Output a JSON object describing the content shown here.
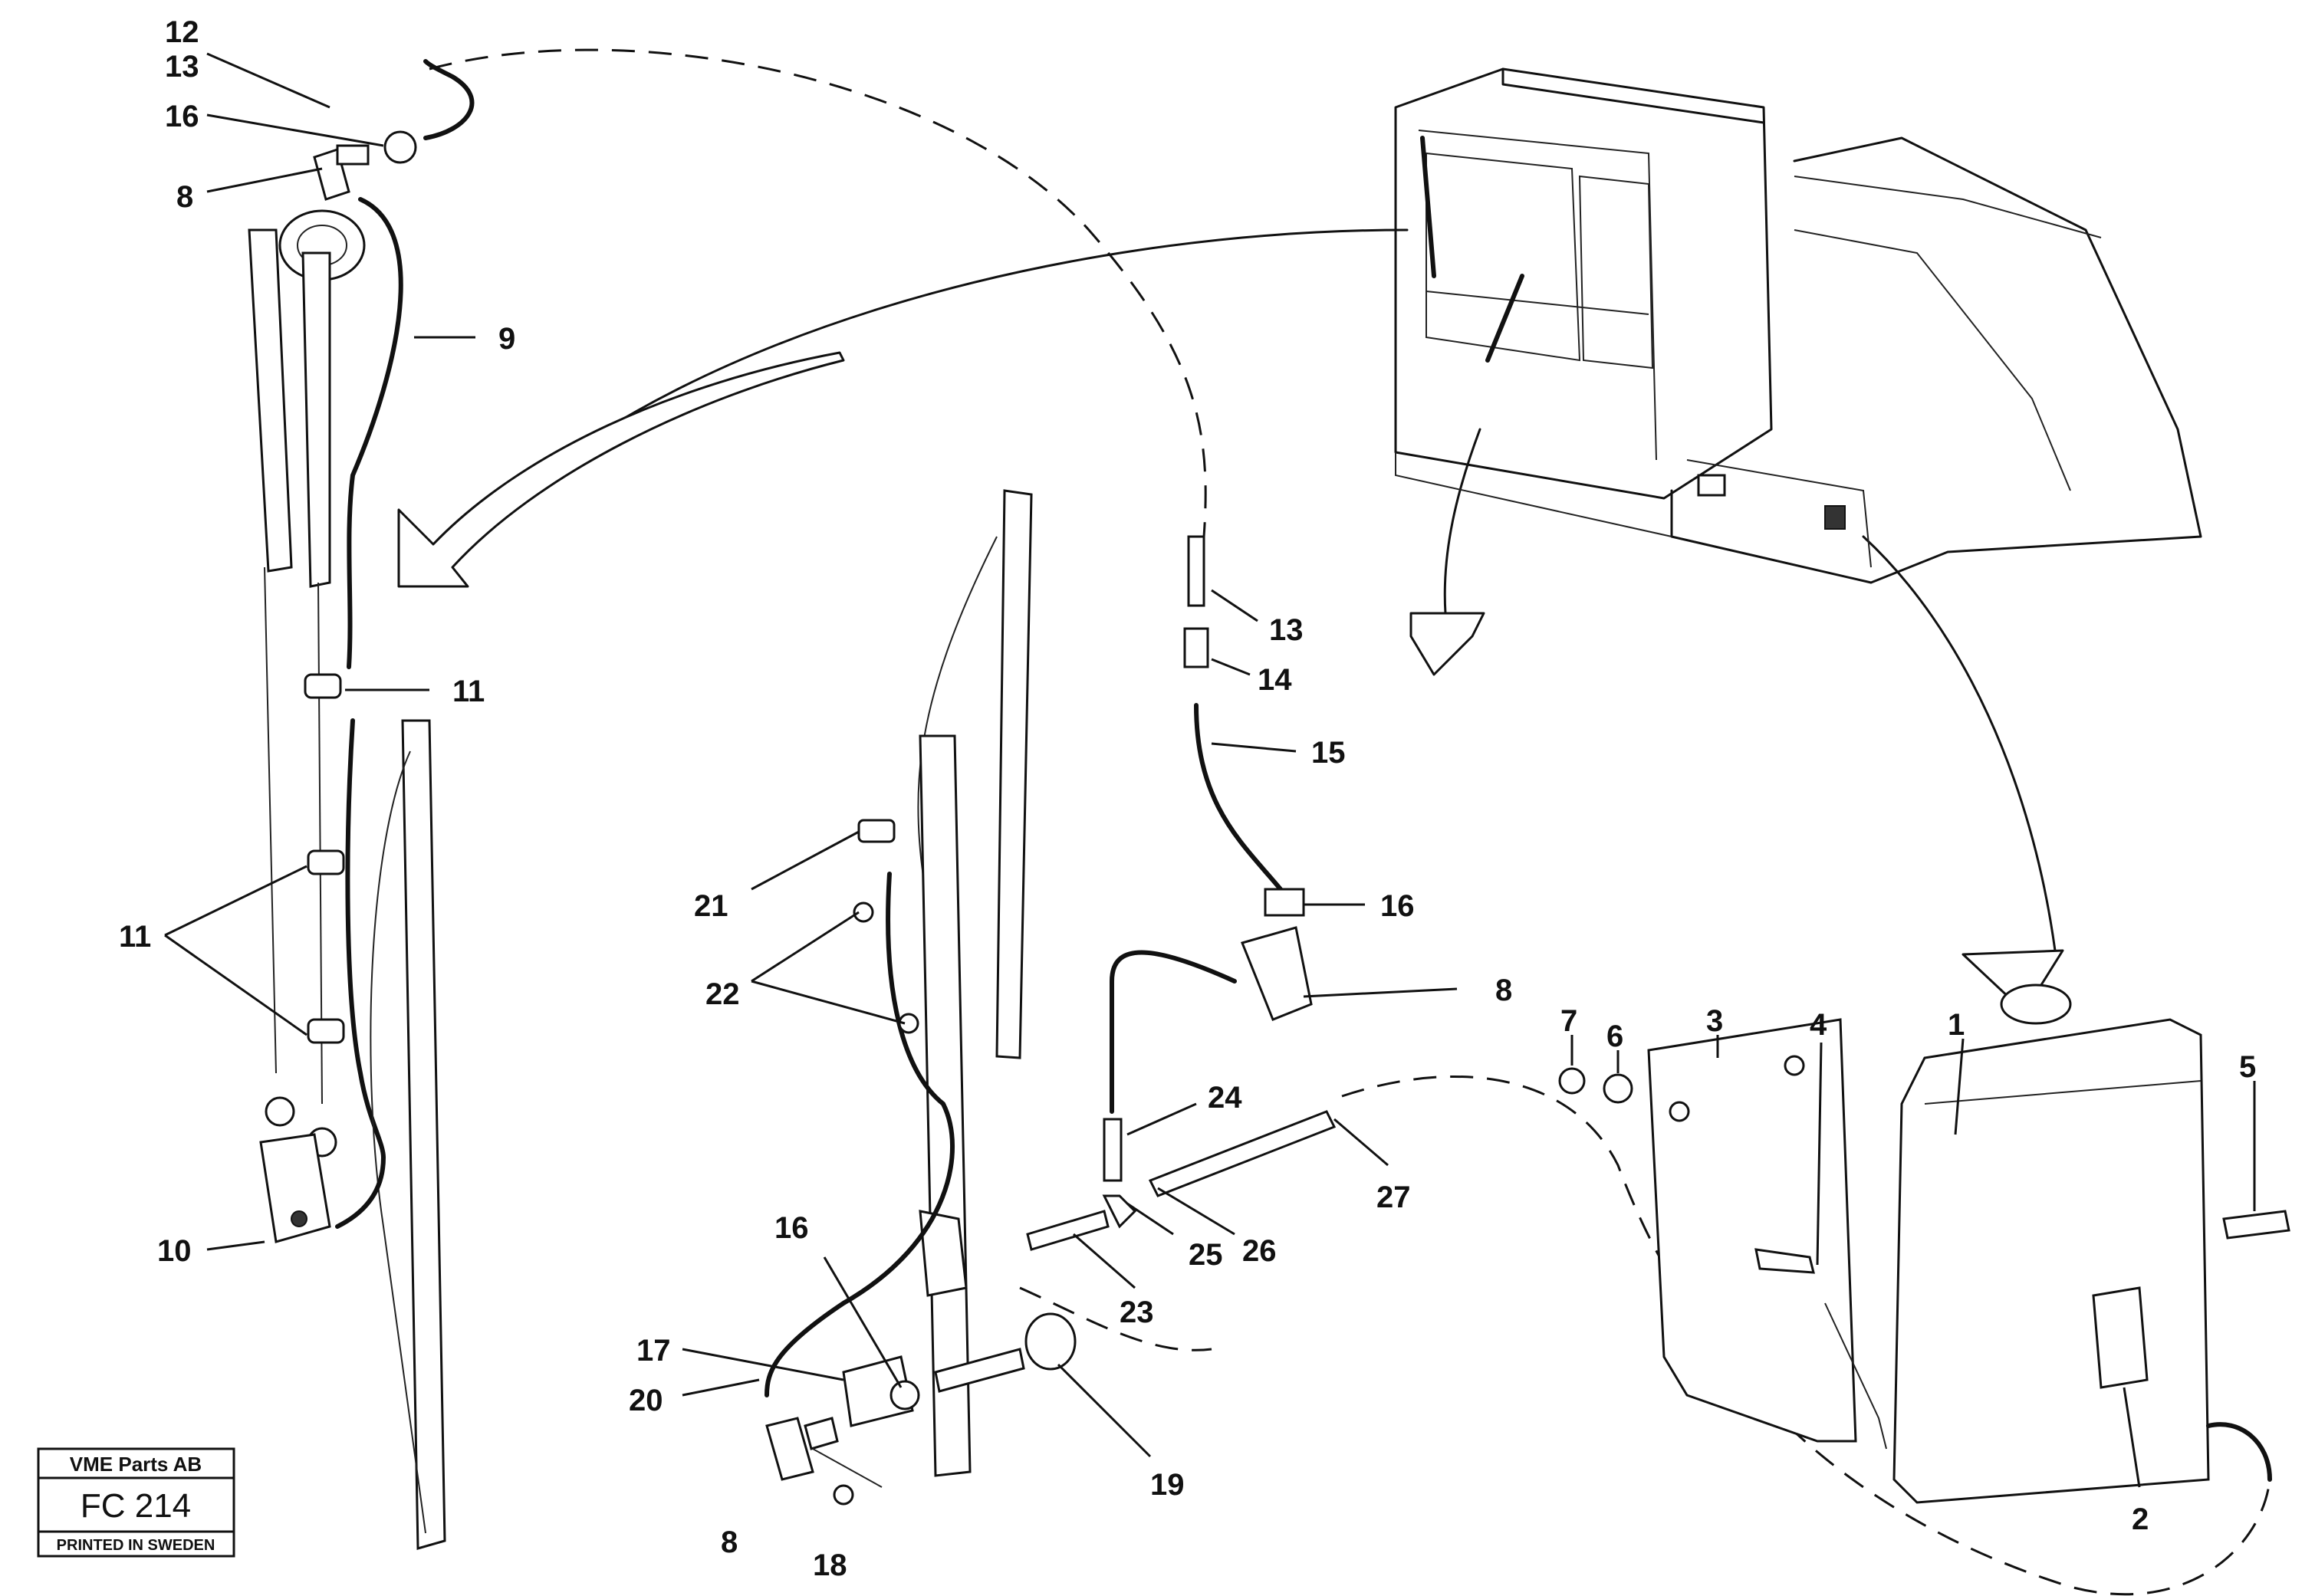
{
  "title_block": {
    "company": "VME Parts AB",
    "code": "FC 214",
    "printed": "PRINTED IN SWEDEN"
  },
  "callouts": [
    {
      "id": "c-12",
      "label": "12"
    },
    {
      "id": "c-13a",
      "label": "13"
    },
    {
      "id": "c-16a",
      "label": "16"
    },
    {
      "id": "c-8a",
      "label": "8"
    },
    {
      "id": "c-9",
      "label": "9"
    },
    {
      "id": "c-11a",
      "label": "11"
    },
    {
      "id": "c-11b",
      "label": "11"
    },
    {
      "id": "c-10",
      "label": "10"
    },
    {
      "id": "c-13b",
      "label": "13"
    },
    {
      "id": "c-14",
      "label": "14"
    },
    {
      "id": "c-15",
      "label": "15"
    },
    {
      "id": "c-16b",
      "label": "16"
    },
    {
      "id": "c-8b",
      "label": "8"
    },
    {
      "id": "c-21",
      "label": "21"
    },
    {
      "id": "c-22",
      "label": "22"
    },
    {
      "id": "c-24",
      "label": "24"
    },
    {
      "id": "c-27",
      "label": "27"
    },
    {
      "id": "c-25",
      "label": "25"
    },
    {
      "id": "c-26",
      "label": "26"
    },
    {
      "id": "c-23",
      "label": "23"
    },
    {
      "id": "c-16c",
      "label": "16"
    },
    {
      "id": "c-17",
      "label": "17"
    },
    {
      "id": "c-20",
      "label": "20"
    },
    {
      "id": "c-19",
      "label": "19"
    },
    {
      "id": "c-8c",
      "label": "8"
    },
    {
      "id": "c-18",
      "label": "18"
    },
    {
      "id": "c-7",
      "label": "7"
    },
    {
      "id": "c-6",
      "label": "6"
    },
    {
      "id": "c-3",
      "label": "3"
    },
    {
      "id": "c-4",
      "label": "4"
    },
    {
      "id": "c-1",
      "label": "1"
    },
    {
      "id": "c-5",
      "label": "5"
    },
    {
      "id": "c-2",
      "label": "2"
    }
  ]
}
